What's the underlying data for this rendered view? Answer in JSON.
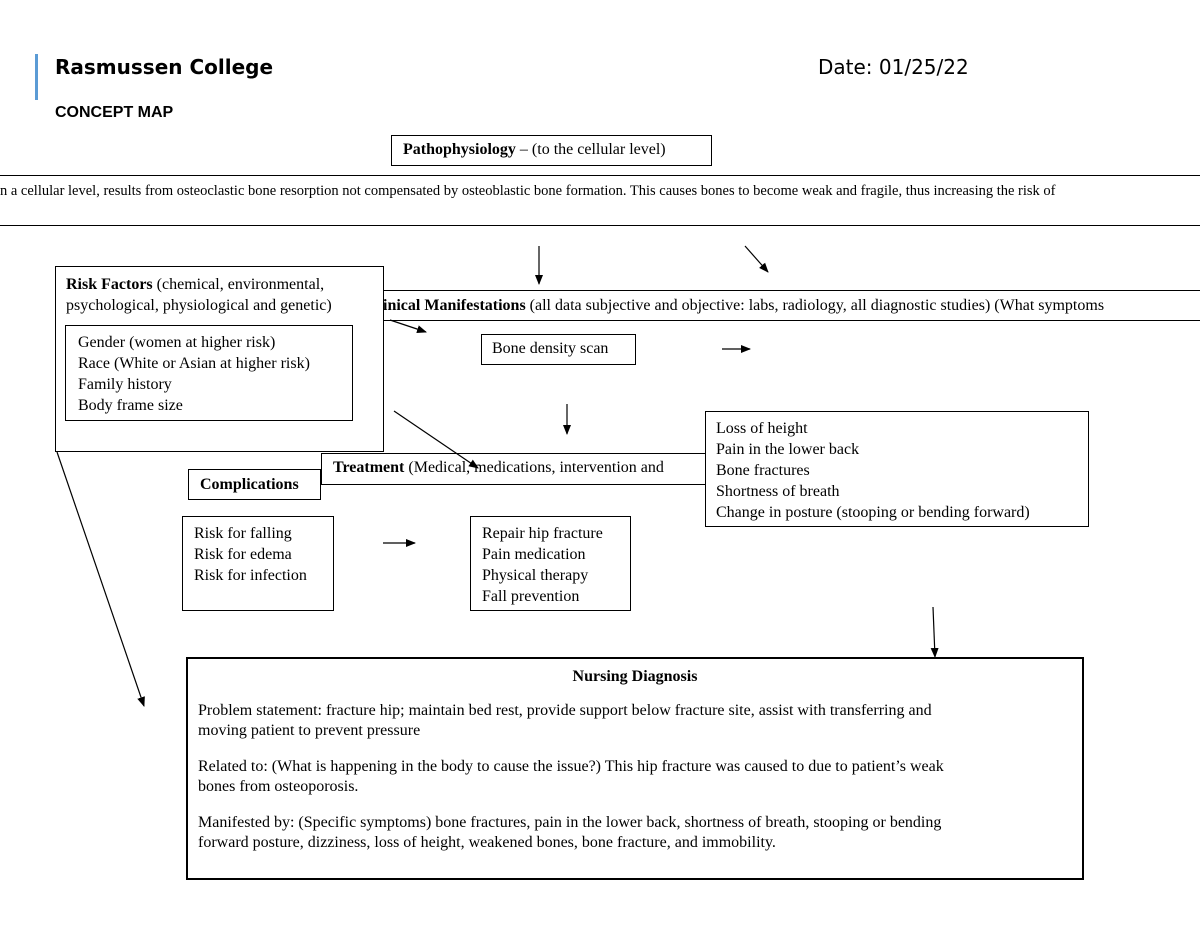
{
  "header": {
    "college": "Rasmussen College",
    "date": "Date: 01/25/22",
    "doc_title": "CONCEPT MAP"
  },
  "pathophysiology": {
    "title_bold": "Pathophysiology",
    "title_rest": " – (to the cellular level)",
    "text": "n a cellular level, results from osteoclastic bone resorption not compensated by osteoblastic bone formation. This causes bones to become weak and fragile, thus increasing the risk of"
  },
  "risk_factors": {
    "title_bold": "Risk Factors",
    "title_rest_line1": " (chemical, environmental,",
    "title_rest_line2": "psychological, physiological and genetic)",
    "items": [
      "Gender (women at higher risk)",
      "Race (White or Asian at higher risk)",
      "Family history",
      "Body frame size"
    ]
  },
  "clinical_manifestations": {
    "title_bold": "inical Manifestations",
    "title_rest": " (all data subjective and objective: labs, radiology, all diagnostic studies) (What symptoms"
  },
  "bone_density": "Bone density scan",
  "symptoms": [
    "Loss of height",
    "Pain in the lower back",
    "Bone fractures",
    "Shortness of breath",
    "Change in posture (stooping or bending forward)"
  ],
  "treatment": {
    "title_bold": "Treatment",
    "title_rest": " (Medical, medications, intervention and"
  },
  "complications": {
    "title": "Complications",
    "items": [
      "Risk for falling",
      "Risk for edema",
      "Risk for infection"
    ]
  },
  "treatment_items": [
    "Repair hip fracture",
    "Pain medication",
    "Physical therapy",
    "Fall prevention"
  ],
  "nursing_diagnosis": {
    "title": "Nursing Diagnosis",
    "problem_line1": "Problem statement: fracture hip; maintain bed rest, provide support below fracture site, assist with transferring and",
    "problem_line2": "moving patient to prevent pressure",
    "related_line1": "Related to: (What is happening in the body to cause the issue?) This hip fracture was caused to due to patient’s weak",
    "related_line2": "bones from osteoporosis.",
    "manifested_line1": "Manifested by: (Specific symptoms) bone fractures, pain in the lower back, shortness of breath, stooping or bending",
    "manifested_line2": "forward posture, dizziness, loss of height, weakened bones, bone fracture, and immobility."
  }
}
